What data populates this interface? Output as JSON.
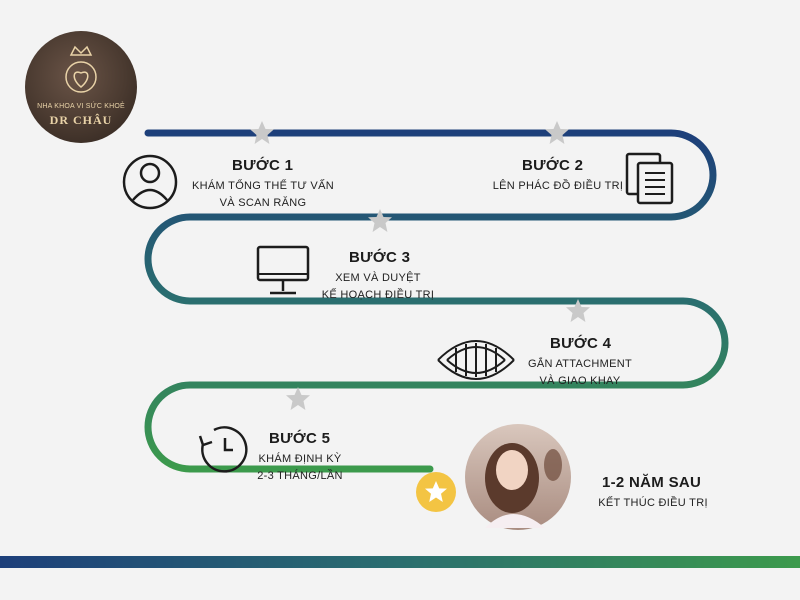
{
  "logo": {
    "line1": "NHA KHOA VI SỨC KHOẺ",
    "line2": "DR CHÂU"
  },
  "steps": [
    {
      "title": "BƯỚC 1",
      "line1": "KHÁM TỔNG THỂ TƯ VẤN",
      "line2": "VÀ SCAN RĂNG",
      "icon": "user-icon"
    },
    {
      "title": "BƯỚC 2",
      "line1": "LÊN PHÁC ĐỒ ĐIỀU TRỊ",
      "line2": "",
      "icon": "document-icon"
    },
    {
      "title": "BƯỚC 3",
      "line1": "XEM VÀ DUYỆT",
      "line2": "KẾ HOẠCH ĐIỀU TRỊ",
      "icon": "monitor-icon"
    },
    {
      "title": "BƯỚC 4",
      "line1": "GẮN ATTACHMENT",
      "line2": "VÀ GIAO KHAY",
      "icon": "teeth-icon"
    },
    {
      "title": "BƯỚC 5",
      "line1": "KHÁM ĐỊNH KỲ",
      "line2": "2-3 THÁNG/LẦN",
      "icon": "clock-icon"
    }
  ],
  "final": {
    "title": "1-2 NĂM SAU",
    "line1": "KẾT THÚC ĐIỀU TRỊ",
    "icon": "star-icon"
  },
  "colors": {
    "path_start": "#1d3f7a",
    "path_mid": "#2a6e6f",
    "path_end": "#3c9a4c",
    "star": "#c9c9c9",
    "final_star": "#f3c443"
  }
}
